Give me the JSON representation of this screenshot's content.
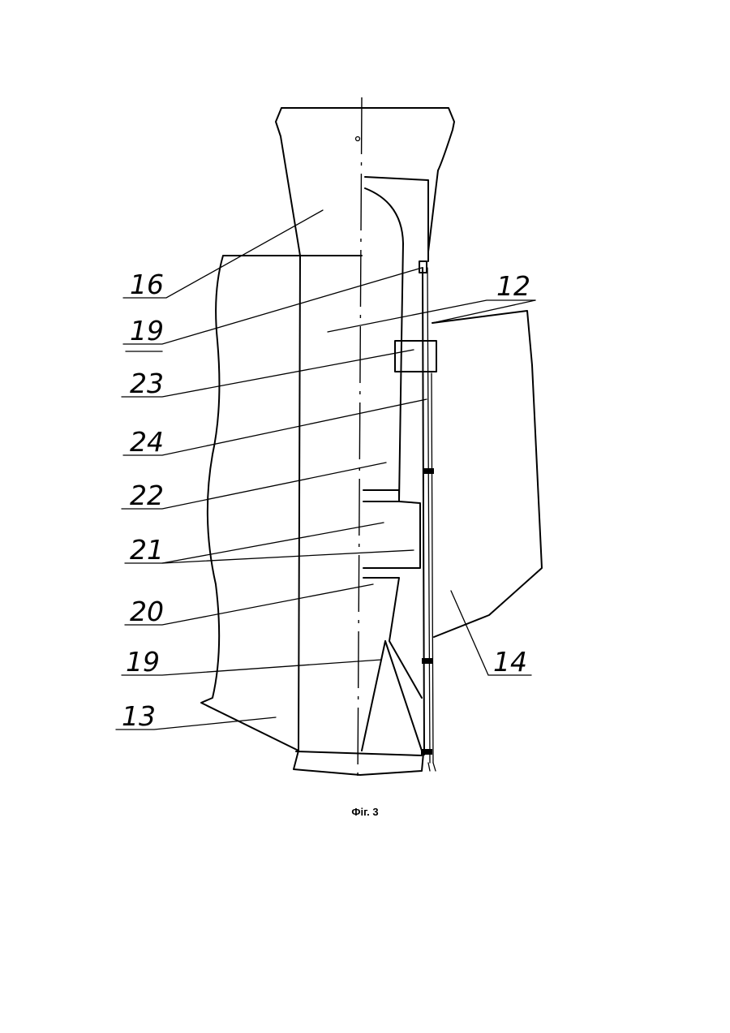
{
  "figure": {
    "caption": "Фіг. 3",
    "labels": [
      "16",
      "19",
      "12",
      "23",
      "24",
      "22",
      "21",
      "20",
      "19",
      "14",
      "13"
    ]
  }
}
